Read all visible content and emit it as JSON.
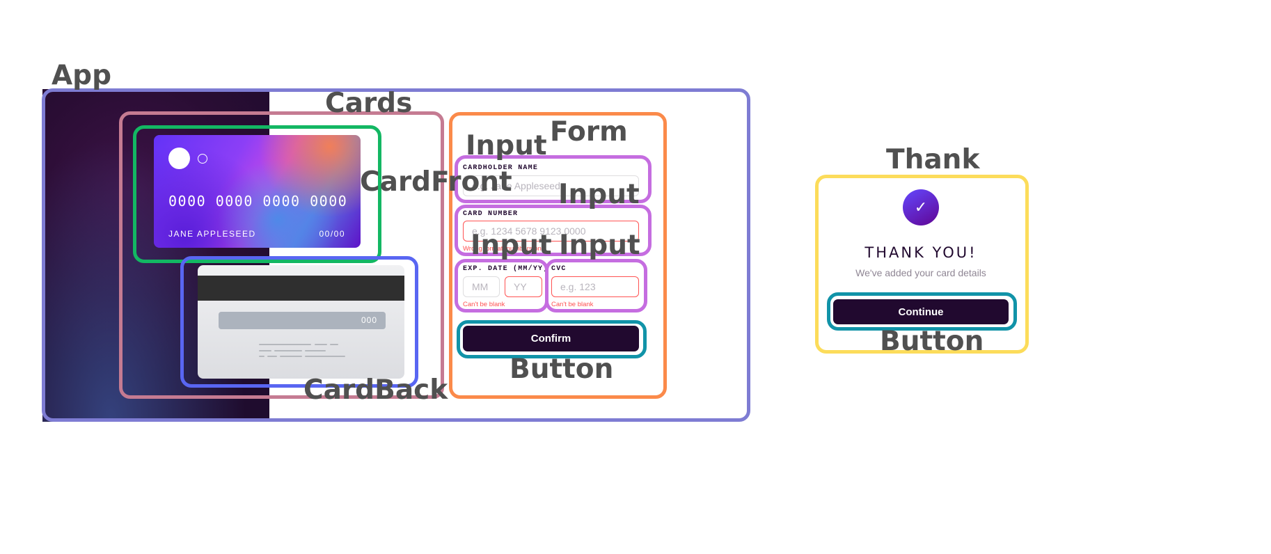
{
  "labels": {
    "app": "App",
    "cards": "Cards",
    "card_front": "CardFront",
    "card_back": "CardBack",
    "form": "Form",
    "input": "Input",
    "button": "Button",
    "thank": "Thank"
  },
  "card_front": {
    "number": "0000 0000 0000 0000",
    "name": "JANE APPLESEED",
    "expiry": "00/00"
  },
  "card_back": {
    "cvc": "000"
  },
  "form": {
    "cardholder": {
      "label": "CARDHOLDER NAME",
      "placeholder": "e.g. Jane Appleseed"
    },
    "number": {
      "label": "CARD NUMBER",
      "placeholder": "e.g. 1234 5678 9123 0000",
      "error": "Wrong format, numbers only"
    },
    "expiry": {
      "label": "EXP. DATE (MM/YY)",
      "mm_placeholder": "MM",
      "yy_placeholder": "YY",
      "error": "Can't be blank"
    },
    "cvc": {
      "label": "CVC",
      "placeholder": "e.g. 123",
      "error": "Can't be blank"
    },
    "confirm_label": "Confirm"
  },
  "thank": {
    "check": "✓",
    "title": "THANK YOU!",
    "subtitle": "We've added your card details",
    "continue_label": "Continue"
  },
  "colors": {
    "dark_violet": "#21092f",
    "error_red": "#ff5252",
    "outline_app": "#7e7cd3",
    "outline_cards": "#c57b92",
    "outline_front": "#13b763",
    "outline_back": "#5966f2",
    "outline_form": "#fb8a4a",
    "outline_input": "#c56de0",
    "outline_button": "#1193a8",
    "outline_thank": "#fcdc5a"
  }
}
